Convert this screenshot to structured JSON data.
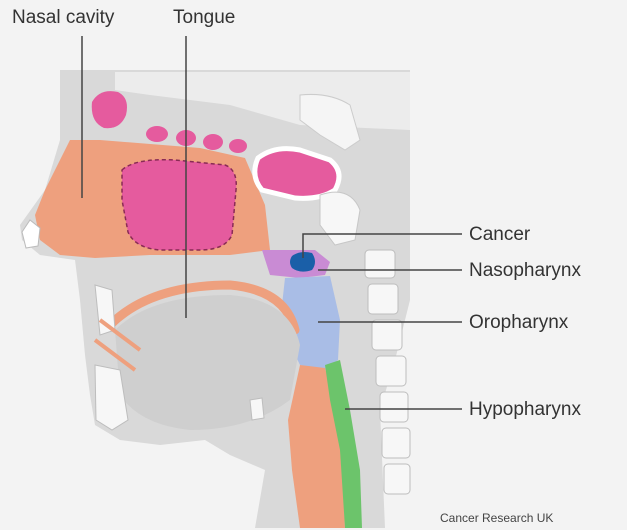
{
  "labels": {
    "nasal_cavity": "Nasal cavity",
    "tongue": "Tongue",
    "cancer": "Cancer",
    "nasopharynx": "Nasopharynx",
    "oropharynx": "Oropharynx",
    "hypopharynx": "Hypopharynx"
  },
  "credit": "Cancer Research UK",
  "colors": {
    "background": "#f3f3f3",
    "head_silhouette": "#d9d9d9",
    "nasal_cavity": "#eea07e",
    "sinus_pink": "#e55b9e",
    "cancer": "#1a5fa8",
    "nasopharynx": "#c98bd4",
    "oropharynx": "#a9bde6",
    "hypopharynx": "#6cc46b",
    "oesophagus": "#eea07e"
  }
}
